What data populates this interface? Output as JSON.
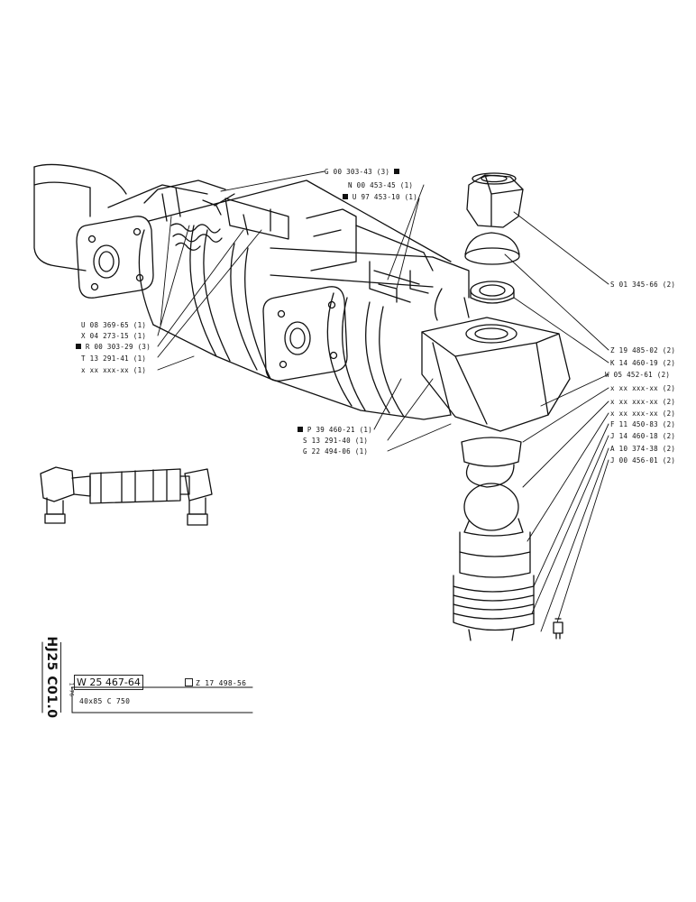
{
  "drawing": {
    "labels_left": [
      {
        "id": "u08",
        "text": "U 08 369-65 (1)"
      },
      {
        "id": "x04",
        "text": "X 04 273-15 (1)"
      },
      {
        "id": "r00",
        "text": "R 00 303-29 (3)",
        "marker": "before"
      },
      {
        "id": "t13",
        "text": "T 13 291-41 (1)"
      },
      {
        "id": "xx1",
        "text": "x xx xxx-xx (1)"
      }
    ],
    "labels_top": [
      {
        "id": "g00",
        "text": "G 00 303-43 (3)",
        "marker": "after"
      },
      {
        "id": "n00",
        "text": "N 00 453-45 (1)"
      },
      {
        "id": "u97",
        "text": "U 97 453-10 (1)",
        "marker": "before"
      }
    ],
    "labels_bottom": [
      {
        "id": "p39",
        "text": "P 39 460-21 (1)",
        "marker": "before"
      },
      {
        "id": "s13",
        "text": "S 13 291-40 (1)"
      },
      {
        "id": "g22",
        "text": "G 22 494-06 (1)"
      }
    ],
    "labels_right": [
      {
        "id": "s01",
        "text": "S 01 345-66 (2)"
      },
      {
        "id": "z19",
        "text": "Z 19 485-02 (2)"
      },
      {
        "id": "k14",
        "text": "K 14 460-19 (2)"
      },
      {
        "id": "w05",
        "text": "W 05 452-61 (2)"
      },
      {
        "id": "xx2a",
        "text": "x xx xxx-xx (2)"
      },
      {
        "id": "xx2b",
        "text": "x xx xxx-xx (2)"
      },
      {
        "id": "xx2c",
        "text": "x xx xxx-xx (2)"
      },
      {
        "id": "f11",
        "text": "F 11 450-83 (2)"
      },
      {
        "id": "j14",
        "text": "J 14 460-18 (2)"
      },
      {
        "id": "a10",
        "text": "A 10 374-38 (2)"
      },
      {
        "id": "j00",
        "text": "J 00 456-01 (2)"
      }
    ]
  },
  "title_block": {
    "code": "HJ25 C01.0",
    "sheet": "1-76",
    "part_number": "W 25 467-64",
    "alt_ref": "Z 17 498-56",
    "dimensions": "40x85  C 750"
  },
  "colors": {
    "ink": "#111111",
    "paper": "#ffffff"
  }
}
